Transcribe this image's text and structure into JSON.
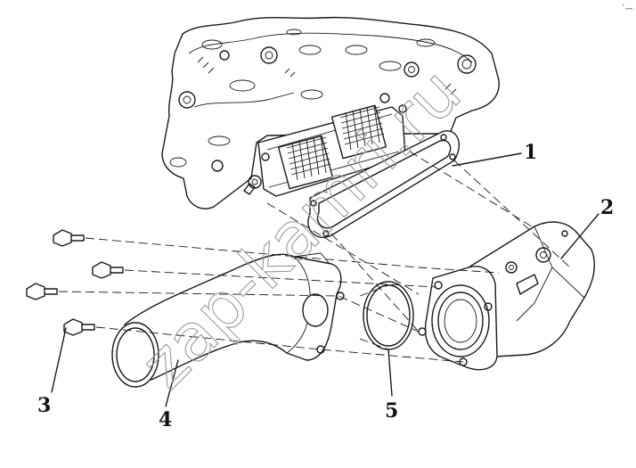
{
  "callouts": [
    "1",
    "2",
    "3",
    "4",
    "5"
  ],
  "watermark": "zap-kamri.ru",
  "corner_mark": "´—"
}
